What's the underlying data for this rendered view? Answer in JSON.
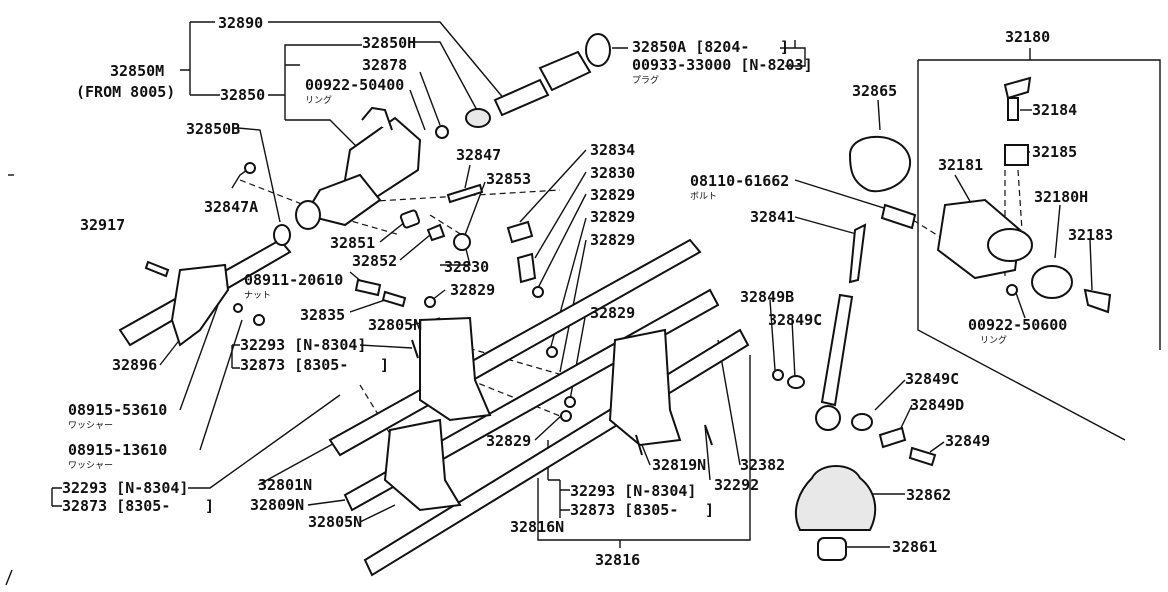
{
  "labels": {
    "l32890": "32890",
    "l32850H": "32850H",
    "l32850A": "32850A [8204-",
    "l32850A_br": "]",
    "l00933": "00933-33000 [N-8203]",
    "l00933_jp": "プラグ",
    "l32180": "32180",
    "l32850M": "32850M",
    "l32850M_from": "(FROM 8005)",
    "l32878": "32878",
    "l00922a": "00922-50400",
    "l00922a_jp": "リング",
    "l32850": "32850",
    "l32865": "32865",
    "l32184": "32184",
    "l32850B": "32850B",
    "l32834": "32834",
    "l32847": "32847",
    "l32185": "32185",
    "l32830a": "32830",
    "l32853": "32853",
    "l32181": "32181",
    "l08110": "08110-61662",
    "l08110_jp": "ボルト",
    "l32847A": "32847A",
    "l32829a": "32829",
    "l32180H": "32180H",
    "l32829b": "32829",
    "l32841": "32841",
    "l32917": "32917",
    "l32851": "32851",
    "l32829c": "32829",
    "l32183": "32183",
    "l32852": "32852",
    "l32830b": "32830",
    "l08911": "08911-20610",
    "l08911_jp": "ナット",
    "l32829d": "32829",
    "l32849B": "32849B",
    "l32835": "32835",
    "l32805Na": "32805N",
    "l32829e": "32829",
    "l32849Ca": "32849C",
    "l00922b": "00922-50600",
    "l00922b_jp": "リング",
    "l32293a": "32293 [N-8304]",
    "l32873a": "32873 [8305-",
    "l32873a_br": "]",
    "l32896": "32896",
    "l32849Cb": "32849C",
    "l32849D": "32849D",
    "l08915a": "08915-53610",
    "l08915a_jp": "ワッシャー",
    "l32829f": "32829",
    "l32849": "32849",
    "l08915b": "08915-13610",
    "l08915b_jp": "ワッシャー",
    "l32819N": "32819N",
    "l32382": "32382",
    "l32801N": "32801N",
    "l32293b": "32293 [N-8304]",
    "l32292": "32292",
    "l32862": "32862",
    "l32293c": "32293 [N-8304]",
    "l32873b": "32873 [8305-",
    "l32873b_br": "]",
    "l32873c": "32873 [8305-",
    "l32873c_br": "]",
    "l32809N": "32809N",
    "l32805Nb": "32805N",
    "l32816N": "32816N",
    "l32861": "32861",
    "l32816": "32816"
  }
}
